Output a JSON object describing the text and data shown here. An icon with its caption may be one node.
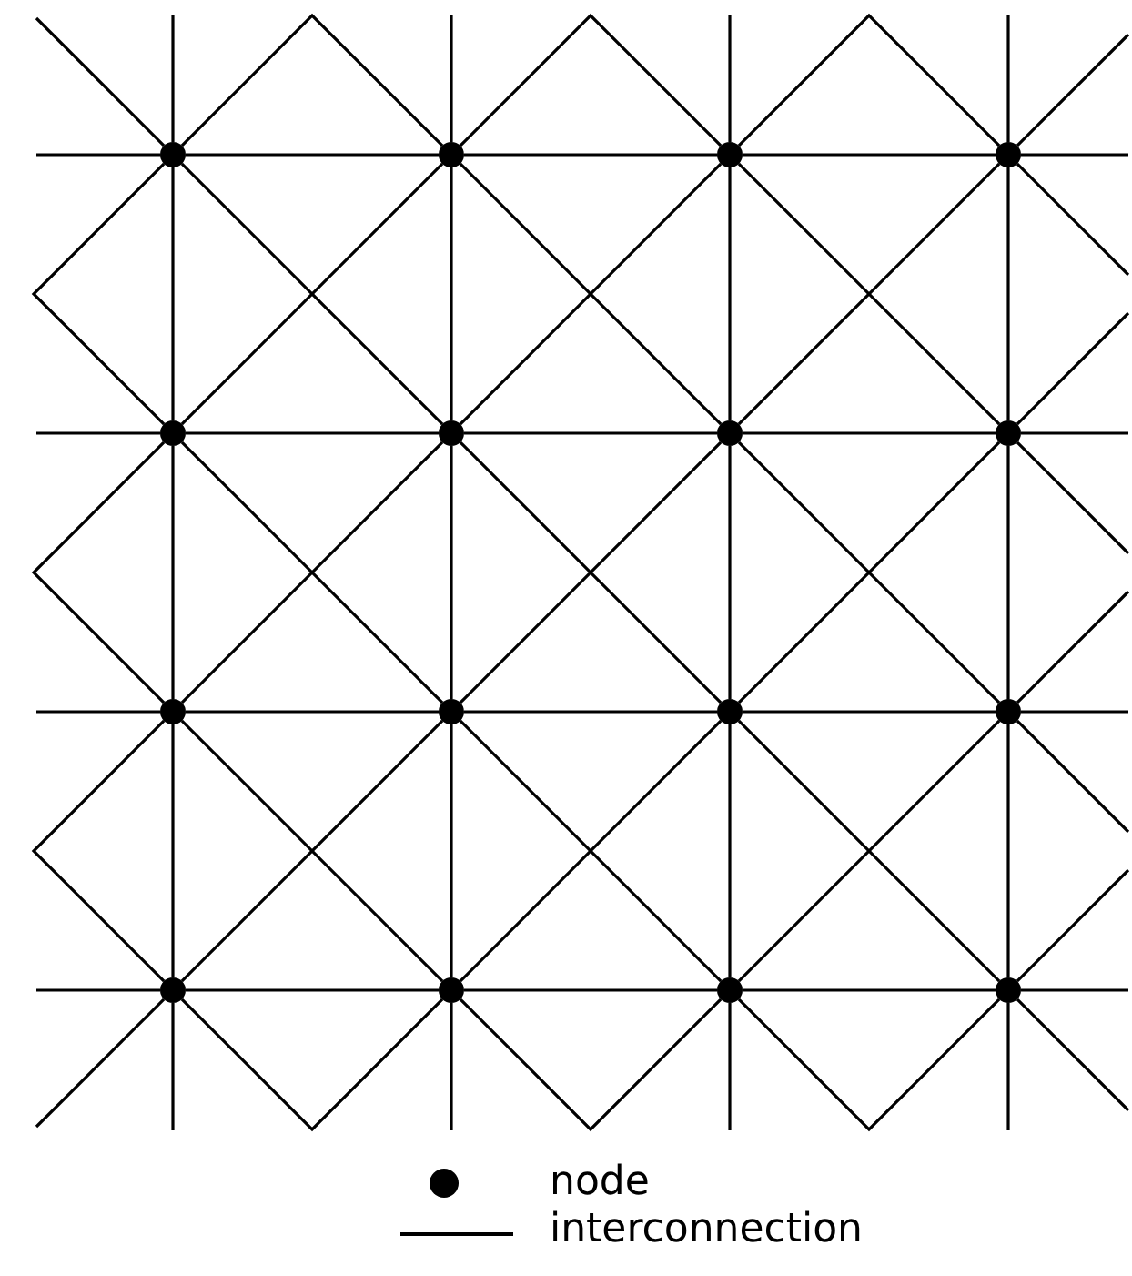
{
  "diagram": {
    "nodes": [
      {
        "text": [],
        "shape": "circle"
      },
      {
        "text": [],
        "shape": "circle"
      },
      {
        "text": [],
        "shape": "circle"
      },
      {
        "text": [],
        "shape": "circle"
      },
      {
        "text": [],
        "shape": "circle"
      },
      {
        "text": [],
        "shape": "circle"
      },
      {
        "text": [],
        "shape": "circle"
      },
      {
        "text": [],
        "shape": "circle"
      },
      {
        "text": [],
        "shape": "circle"
      },
      {
        "text": [],
        "shape": "circle"
      },
      {
        "text": [],
        "shape": "circle"
      },
      {
        "text": [],
        "shape": "circle"
      },
      {
        "text": [],
        "shape": "circle"
      },
      {
        "text": [],
        "shape": "circle"
      },
      {
        "text": [],
        "shape": "circle"
      },
      {
        "text": [],
        "shape": "circle"
      }
    ],
    "edges": [
      {
        "from": 0,
        "to": 1,
        "arrow": "none"
      },
      {
        "from": 1,
        "to": 2,
        "arrow": "none"
      },
      {
        "from": 2,
        "to": 3,
        "arrow": "none"
      },
      {
        "from": 4,
        "to": 5,
        "arrow": "none"
      },
      {
        "from": 5,
        "to": 6,
        "arrow": "none"
      },
      {
        "from": 6,
        "to": 7,
        "arrow": "none"
      },
      {
        "from": 8,
        "to": 9,
        "arrow": "none"
      },
      {
        "from": 9,
        "to": 10,
        "arrow": "none"
      },
      {
        "from": 10,
        "to": 11,
        "arrow": "none"
      },
      {
        "from": 12,
        "to": 13,
        "arrow": "none"
      },
      {
        "from": 13,
        "to": 14,
        "arrow": "none"
      },
      {
        "from": 14,
        "to": 15,
        "arrow": "none"
      },
      {
        "from": 0,
        "to": 4,
        "arrow": "none"
      },
      {
        "from": 1,
        "to": 5,
        "arrow": "none"
      },
      {
        "from": 2,
        "to": 6,
        "arrow": "none"
      },
      {
        "from": 3,
        "to": 7,
        "arrow": "none"
      },
      {
        "from": 4,
        "to": 8,
        "arrow": "none"
      },
      {
        "from": 5,
        "to": 9,
        "arrow": "none"
      },
      {
        "from": 6,
        "to": 10,
        "arrow": "none"
      },
      {
        "from": 7,
        "to": 11,
        "arrow": "none"
      },
      {
        "from": 8,
        "to": 12,
        "arrow": "none"
      },
      {
        "from": 9,
        "to": 13,
        "arrow": "none"
      },
      {
        "from": 10,
        "to": 14,
        "arrow": "none"
      },
      {
        "from": 11,
        "to": 15,
        "arrow": "none"
      },
      {
        "from": 0,
        "to": 5,
        "arrow": "none"
      },
      {
        "from": 1,
        "to": 6,
        "arrow": "none"
      },
      {
        "from": 2,
        "to": 7,
        "arrow": "none"
      },
      {
        "from": 4,
        "to": 9,
        "arrow": "none"
      },
      {
        "from": 5,
        "to": 10,
        "arrow": "none"
      },
      {
        "from": 6,
        "to": 11,
        "arrow": "none"
      },
      {
        "from": 8,
        "to": 13,
        "arrow": "none"
      },
      {
        "from": 9,
        "to": 14,
        "arrow": "none"
      },
      {
        "from": 10,
        "to": 15,
        "arrow": "none"
      },
      {
        "from": 1,
        "to": 4,
        "arrow": "none"
      },
      {
        "from": 2,
        "to": 5,
        "arrow": "none"
      },
      {
        "from": 3,
        "to": 6,
        "arrow": "none"
      },
      {
        "from": 5,
        "to": 8,
        "arrow": "none"
      },
      {
        "from": 6,
        "to": 9,
        "arrow": "none"
      },
      {
        "from": 7,
        "to": 10,
        "arrow": "none"
      },
      {
        "from": 9,
        "to": 12,
        "arrow": "none"
      },
      {
        "from": 10,
        "to": 13,
        "arrow": "none"
      },
      {
        "from": 11,
        "to": 14,
        "arrow": "none"
      },
      {
        "from": 0,
        "to": 1,
        "arrow": "none"
      },
      {
        "from": 1,
        "to": 2,
        "arrow": "none"
      },
      {
        "from": 2,
        "to": 3,
        "arrow": "none"
      },
      {
        "from": 12,
        "to": 13,
        "arrow": "none"
      },
      {
        "from": 13,
        "to": 14,
        "arrow": "none"
      },
      {
        "from": 14,
        "to": 15,
        "arrow": "none"
      },
      {
        "from": 0,
        "to": 4,
        "arrow": "none"
      },
      {
        "from": 4,
        "to": 8,
        "arrow": "none"
      },
      {
        "from": 8,
        "to": 12,
        "arrow": "none"
      },
      {
        "from": 0,
        "to": null,
        "arrow": "none"
      },
      {
        "from": 4,
        "to": null,
        "arrow": "none"
      },
      {
        "from": 8,
        "to": null,
        "arrow": "none"
      },
      {
        "from": 12,
        "to": null,
        "arrow": "none"
      },
      {
        "from": 3,
        "to": null,
        "arrow": "none"
      },
      {
        "from": 7,
        "to": null,
        "arrow": "none"
      },
      {
        "from": 11,
        "to": null,
        "arrow": "none"
      },
      {
        "from": 15,
        "to": null,
        "arrow": "none"
      },
      {
        "from": 0,
        "to": null,
        "arrow": "none"
      },
      {
        "from": 1,
        "to": null,
        "arrow": "none"
      },
      {
        "from": 2,
        "to": null,
        "arrow": "none"
      },
      {
        "from": 3,
        "to": null,
        "arrow": "none"
      },
      {
        "from": 12,
        "to": null,
        "arrow": "none"
      },
      {
        "from": 13,
        "to": null,
        "arrow": "none"
      },
      {
        "from": 14,
        "to": null,
        "arrow": "none"
      },
      {
        "from": 15,
        "to": null,
        "arrow": "none"
      },
      {
        "from": 0,
        "to": null,
        "arrow": "none"
      },
      {
        "from": 12,
        "to": null,
        "arrow": "none"
      },
      {
        "from": 3,
        "to": null,
        "arrow": "none"
      },
      {
        "from": 3,
        "to": null,
        "arrow": "none"
      },
      {
        "from": 7,
        "to": null,
        "arrow": "none"
      },
      {
        "from": 7,
        "to": null,
        "arrow": "none"
      },
      {
        "from": 11,
        "to": null,
        "arrow": "none"
      },
      {
        "from": 11,
        "to": null,
        "arrow": "none"
      },
      {
        "from": 15,
        "to": null,
        "arrow": "none"
      },
      {
        "from": 15,
        "to": null,
        "arrow": "none"
      }
    ],
    "legend": [
      {
        "text": "node"
      },
      {
        "text": "interconnection"
      }
    ]
  }
}
